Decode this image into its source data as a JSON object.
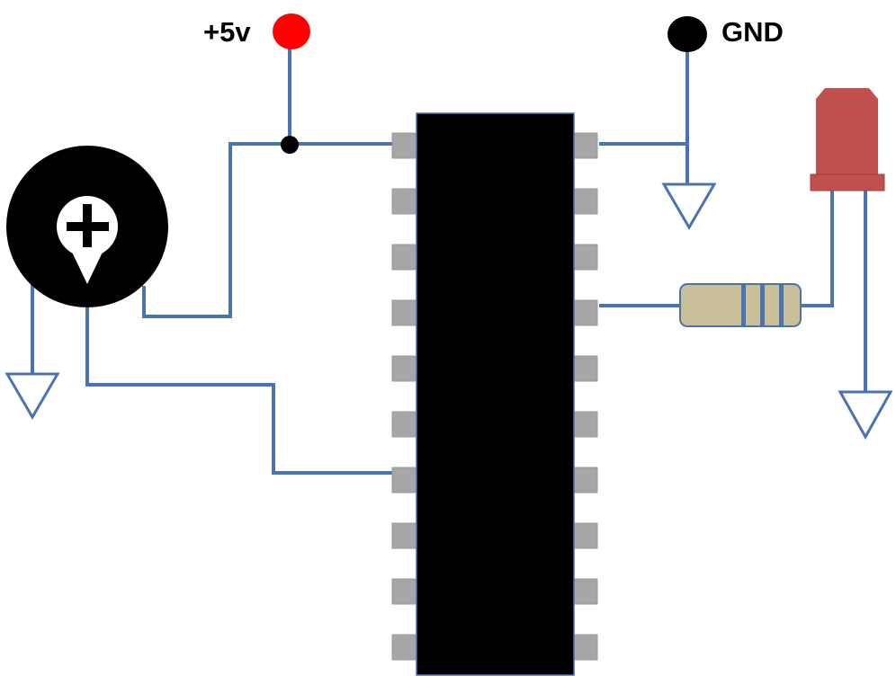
{
  "labels": {
    "supply": "+5v",
    "ground": "GND"
  },
  "colors": {
    "wire": "#4a74b0",
    "supply_terminal": "#ff0000",
    "ground_terminal": "#000000",
    "ic_body": "#000000",
    "ic_pin": "#a6a6a6",
    "led_body": "#c0504d",
    "resistor_body": "#c9c09a",
    "potentiometer_body": "#000000"
  },
  "components": {
    "ic": {
      "pins_per_side": 10
    },
    "potentiometer": {
      "knob_icon": "plus-icon"
    },
    "resistor": {
      "bands": 3
    },
    "led": {
      "color_name": "red"
    }
  }
}
